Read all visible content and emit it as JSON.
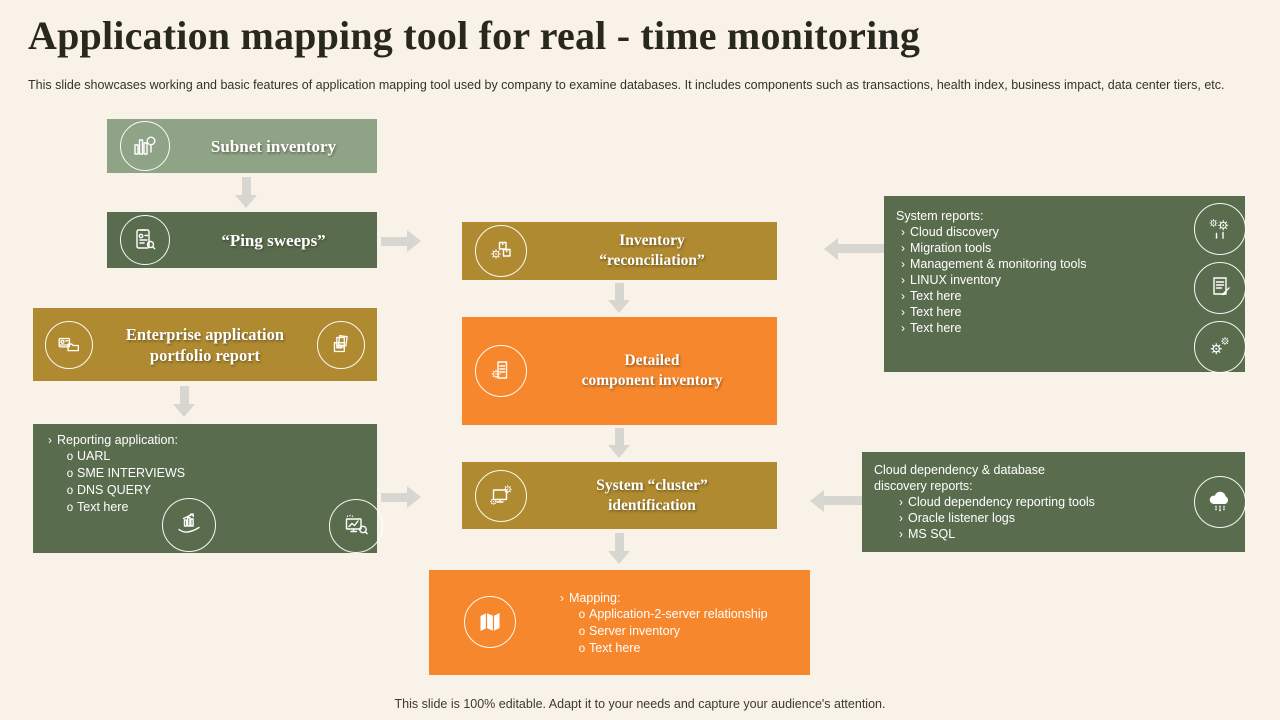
{
  "slide": {
    "title": "Application mapping tool for real - time monitoring",
    "subtitle": "This slide showcases working and basic features of application mapping tool used by company to examine databases. It includes components such as transactions, health index, business impact, data center tiers, etc.",
    "footer": "This slide is 100% editable. Adapt it to your needs and capture your audience's attention."
  },
  "glyphs": {
    "chevron": "›",
    "circle": "o"
  },
  "colors": {
    "background": "#F8F2E8",
    "sage_green": "#8FA387",
    "dark_green": "#5A6C4E",
    "gold": "#B08A30",
    "orange": "#F6872C",
    "arrow_gray": "#D7D6D1",
    "title_text": "#29281F",
    "white": "#FFFFFF"
  },
  "icons": {
    "subnet": "bar-chart-magnifier",
    "ping": "clipboard-person-check",
    "enterprise_left": "person-card-folder",
    "enterprise_right": "documents-folder",
    "reconciliation": "boxes-gear",
    "detailed": "document-gear",
    "cluster": "monitor-gears",
    "reporting_left": "hand-holding-chart",
    "reporting_right": "monitor-chart-magnifier",
    "mapping": "folded-map",
    "cloud": "cloud-network",
    "reports_top": "gears-network",
    "reports_mid": "document-pen",
    "reports_bottom": "gear-settings"
  },
  "boxes": {
    "subnet": {
      "label": "Subnet inventory"
    },
    "ping": {
      "label": "“Ping sweeps”"
    },
    "enterprise": {
      "line1": "Enterprise application",
      "line2": "portfolio report"
    },
    "reconciliation": {
      "line1": "Inventory",
      "line2": "“reconciliation”"
    },
    "detailed": {
      "line1": "Detailed",
      "line2": "component inventory"
    },
    "cluster": {
      "line1": "System “cluster”",
      "line2": "identification"
    },
    "reporting": {
      "header": "Reporting application:",
      "items": [
        "UARL",
        "SME INTERVIEWS",
        "DNS QUERY",
        "Text here"
      ]
    },
    "mapping": {
      "header": "Mapping:",
      "items": [
        "Application-2-server relationship",
        "Server inventory",
        "Text here"
      ]
    },
    "system_reports": {
      "header": "System reports:",
      "items": [
        "Cloud discovery",
        "Migration tools",
        "Management & monitoring tools",
        "LINUX inventory",
        "Text here",
        "Text here",
        "Text here"
      ]
    },
    "cloud_dependency": {
      "header_line1": "Cloud dependency & database",
      "header_line2": "discovery reports:",
      "items": [
        "Cloud dependency reporting tools",
        "Oracle listener logs",
        "MS SQL"
      ]
    }
  }
}
